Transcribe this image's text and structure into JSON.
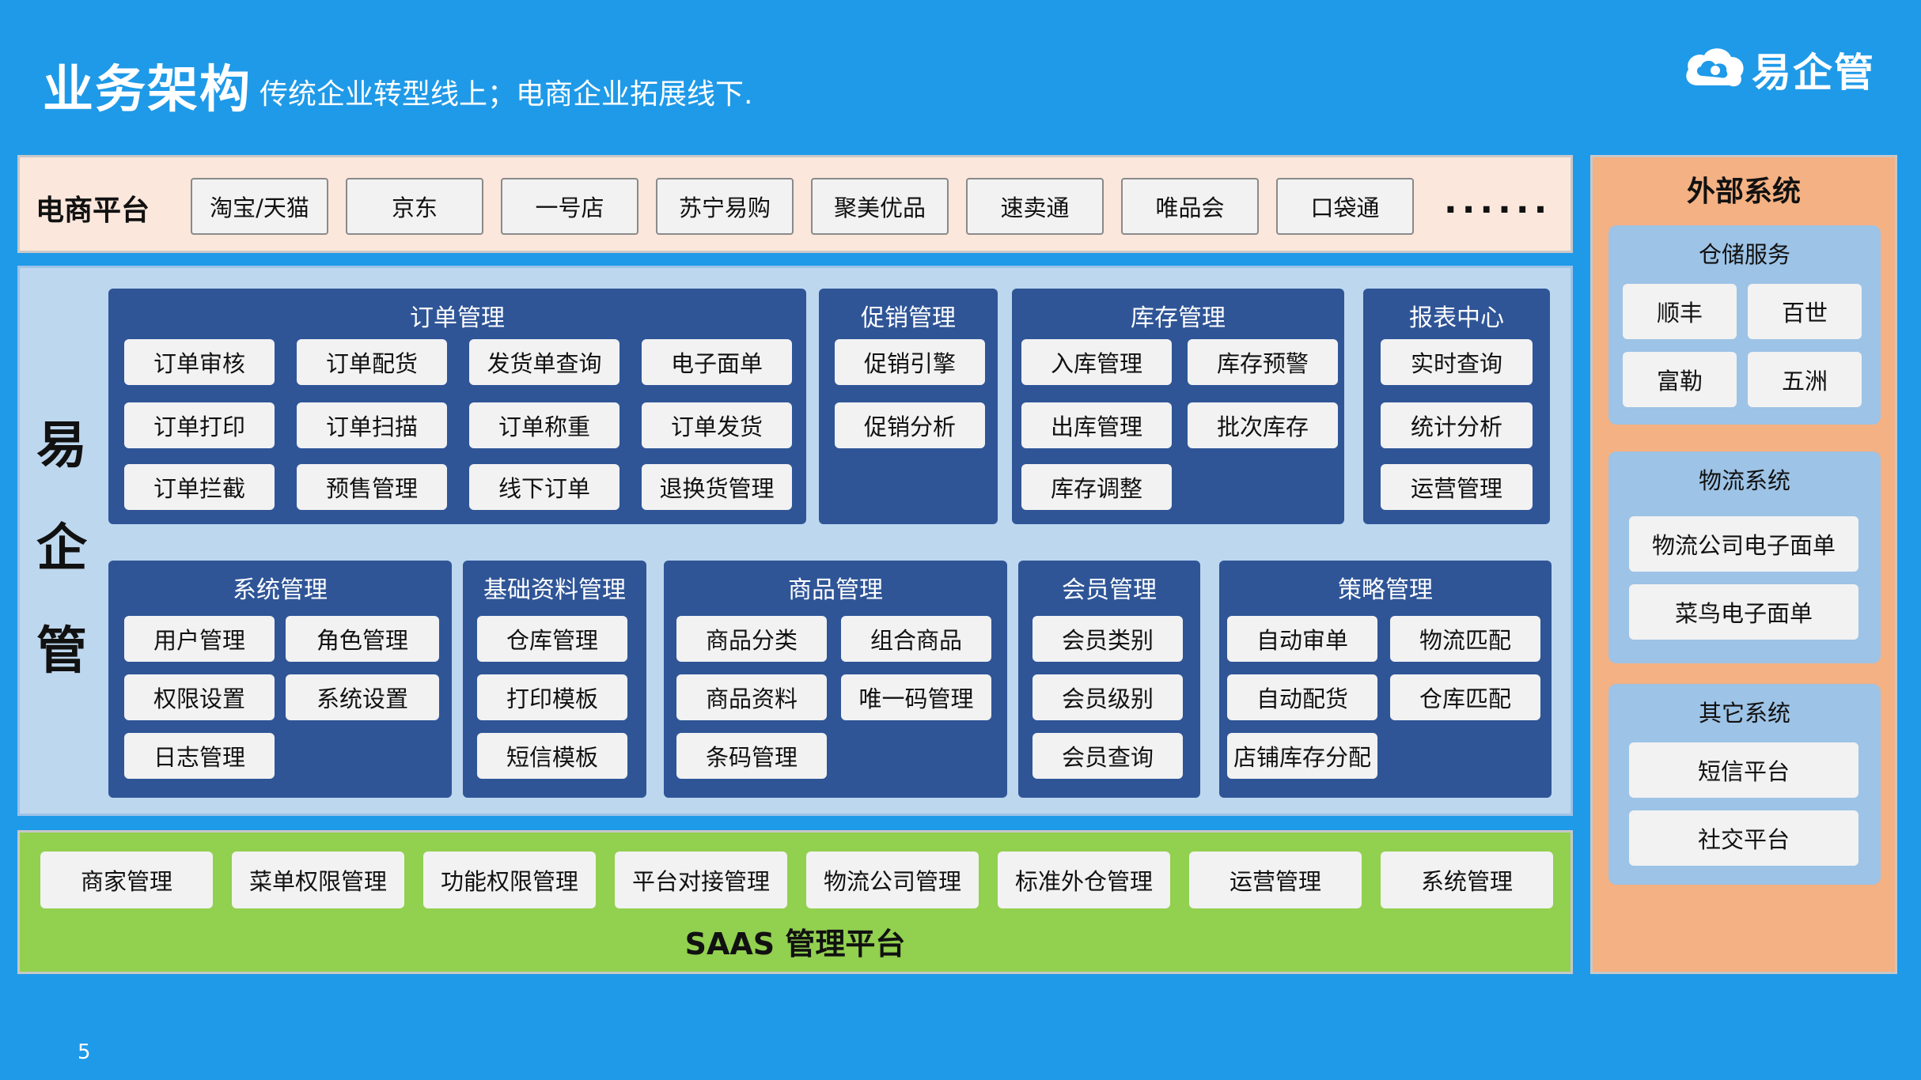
{
  "header": {
    "title": "业务架构",
    "subtitle": "传统企业转型线上；电商企业拓展线下.",
    "logo_text": "易企管",
    "logo_color": "#ffffff"
  },
  "ecommerce": {
    "label": "电商平台",
    "platforms": [
      "淘宝/天猫",
      "京东",
      "一号店",
      "苏宁易购",
      "聚美优品",
      "速卖通",
      "唯品会",
      "口袋通"
    ],
    "more": "......"
  },
  "yiqiguan": {
    "label": [
      "易",
      "企",
      "管"
    ],
    "modules": {
      "order": {
        "title": "订单管理",
        "items": [
          "订单审核",
          "订单配货",
          "发货单查询",
          "电子面单",
          "订单打印",
          "订单扫描",
          "订单称重",
          "订单发货",
          "订单拦截",
          "预售管理",
          "线下订单",
          "退换货管理"
        ]
      },
      "promotion": {
        "title": "促销管理",
        "items": [
          "促销引擎",
          "促销分析"
        ]
      },
      "inventory": {
        "title": "库存管理",
        "items": [
          "入库管理",
          "库存预警",
          "出库管理",
          "批次库存",
          "库存调整"
        ]
      },
      "report": {
        "title": "报表中心",
        "items": [
          "实时查询",
          "统计分析",
          "运营管理"
        ]
      },
      "system": {
        "title": "系统管理",
        "items": [
          "用户管理",
          "角色管理",
          "权限设置",
          "系统设置",
          "日志管理"
        ]
      },
      "basic": {
        "title": "基础资料管理",
        "items": [
          "仓库管理",
          "打印模板",
          "短信模板"
        ]
      },
      "goods": {
        "title": "商品管理",
        "items": [
          "商品分类",
          "组合商品",
          "商品资料",
          "唯一码管理",
          "条码管理"
        ]
      },
      "member": {
        "title": "会员管理",
        "items": [
          "会员类别",
          "会员级别",
          "会员查询"
        ]
      },
      "strategy": {
        "title": "策略管理",
        "items": [
          "自动审单",
          "物流匹配",
          "自动配货",
          "仓库匹配",
          "店铺库存分配"
        ]
      }
    }
  },
  "saas": {
    "title": "SAAS 管理平台",
    "items": [
      "商家管理",
      "菜单权限管理",
      "功能权限管理",
      "平台对接管理",
      "物流公司管理",
      "标准外仓管理",
      "运营管理",
      "系统管理"
    ]
  },
  "external": {
    "title": "外部系统",
    "warehouse": {
      "title": "仓储服务",
      "items": [
        "顺丰",
        "百世",
        "富勒",
        "五洲"
      ]
    },
    "logistics": {
      "title": "物流系统",
      "items": [
        "物流公司电子面单",
        "菜鸟电子面单"
      ]
    },
    "other": {
      "title": "其它系统",
      "items": [
        "短信平台",
        "社交平台"
      ]
    }
  },
  "page_number": "5",
  "colors": {
    "background": "#1f9ae8",
    "ecommerce_bg": "#fbe7dc",
    "main_bg": "#bdd7ee",
    "module_bg": "#2f5597",
    "saas_bg": "#92d050",
    "external_bg": "#f4b183",
    "external_group_bg": "#9dc3e6",
    "button_bg": "#f2f2f2"
  }
}
